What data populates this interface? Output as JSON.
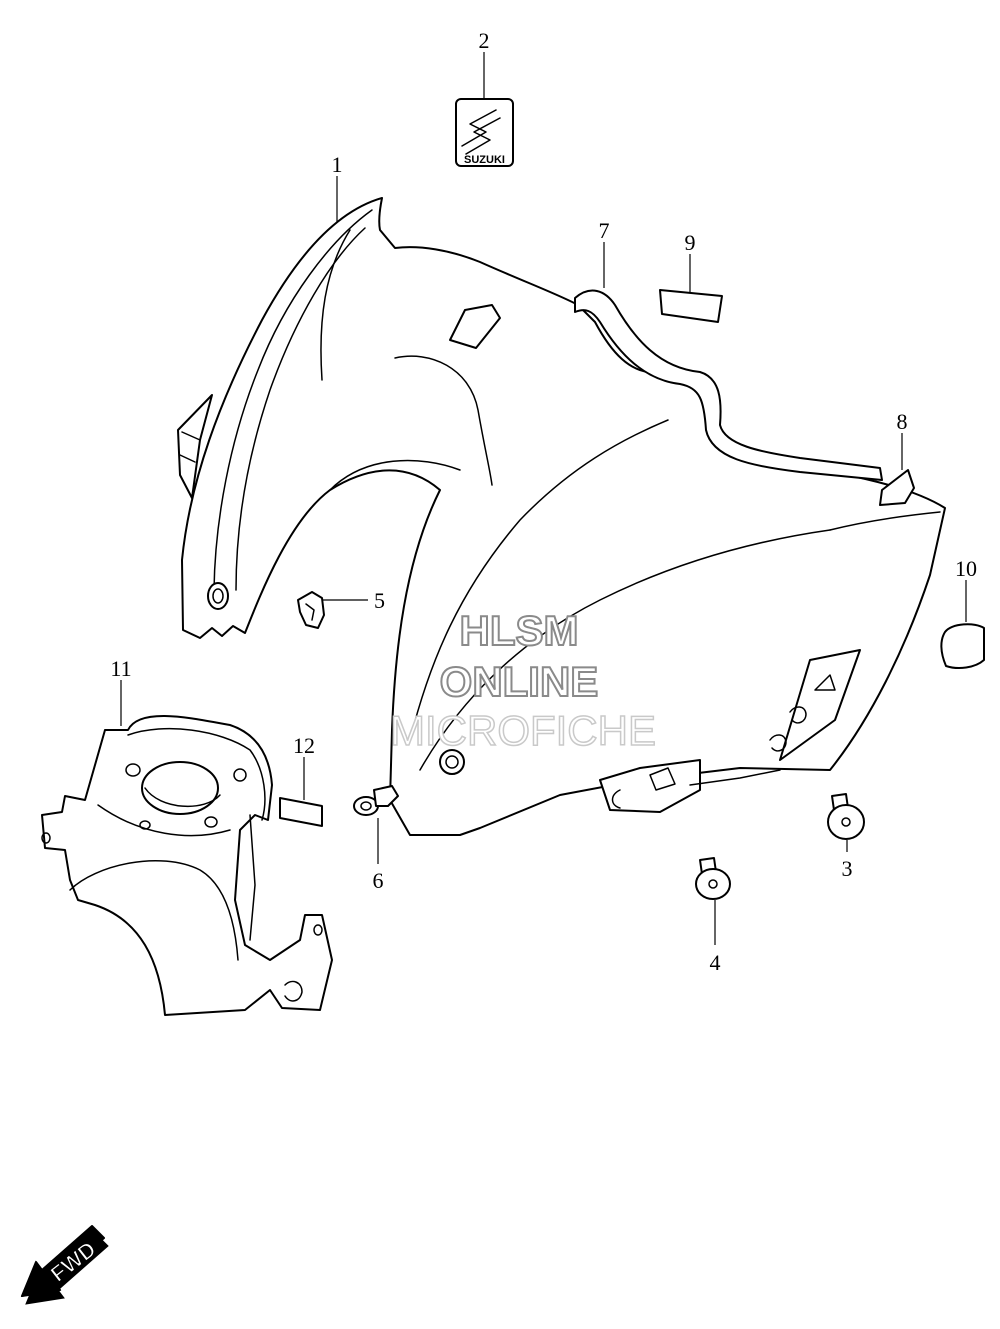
{
  "callouts": {
    "c1": "1",
    "c2": "2",
    "c3": "3",
    "c4": "4",
    "c5": "5",
    "c6": "6",
    "c7": "7",
    "c8": "8",
    "c9": "9",
    "c10": "10",
    "c11": "11",
    "c12": "12"
  },
  "logo": {
    "text": "SUZUKI"
  },
  "watermark": {
    "line1": "HLSM",
    "line2": "ONLINE",
    "line3": "MICROFICHE"
  },
  "fwd": {
    "label": "FWD"
  },
  "icons": {
    "logo": "suzuki-s-logo-icon",
    "fwd": "fwd-arrow-icon"
  }
}
